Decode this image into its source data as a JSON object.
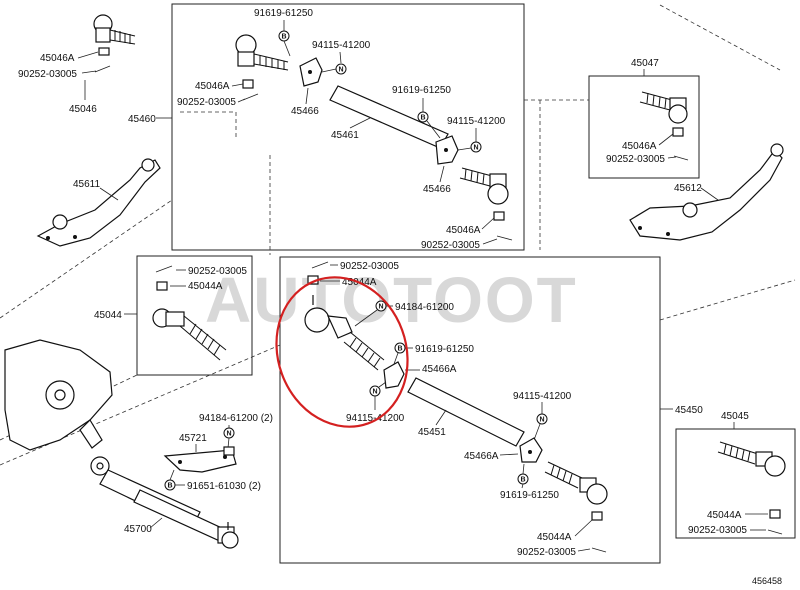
{
  "watermark": "AUTOTOOT",
  "figure_id": "456458",
  "badges": {
    "b": "B",
    "n": "N"
  },
  "labels": {
    "p45046_a_tl": "45046A",
    "p90252_tl": "90252-03005",
    "p45046_tl": "45046",
    "p91619_top": "91619-61250",
    "p94115_top": "94115-41200",
    "p45046a_box": "45046A",
    "p90252_box": "90252-03005",
    "p45466_box1": "45466",
    "p45461": "45461",
    "p91619_box2": "91619-61250",
    "p94115_box2": "94115-41200",
    "p45466_box2": "45466",
    "p45046a_box3": "45046A",
    "p90252_box3": "90252-03005",
    "p45460": "45460",
    "p45611": "45611",
    "p45047": "45047",
    "p45046a_right": "45046A",
    "p90252_right": "90252-03005",
    "p45612": "45612",
    "p90252_left2": "90252-03005",
    "p45044a_left": "45044A",
    "p45044": "45044",
    "p90252_mid": "90252-03005",
    "p45044a_mid": "45044A",
    "p94184_mid": "94184-61200",
    "p91619_mid": "91619-61250",
    "p45466a_mid": "45466A",
    "p94115_mid": "94115-41200",
    "p45451": "45451",
    "p94115_mid2": "94115-41200",
    "p45466a_mid2": "45466A",
    "p91619_mid2": "91619-61250",
    "p45044a_bot": "45044A",
    "p90252_bot": "90252-03005",
    "p45450": "45450",
    "p45045": "45045",
    "p45044a_right": "45044A",
    "p90252_right2": "90252-03005",
    "p94184_left": "94184-61200 (2)",
    "p45721": "45721",
    "p91651": "91651-61030 (2)",
    "p45700": "45700"
  }
}
